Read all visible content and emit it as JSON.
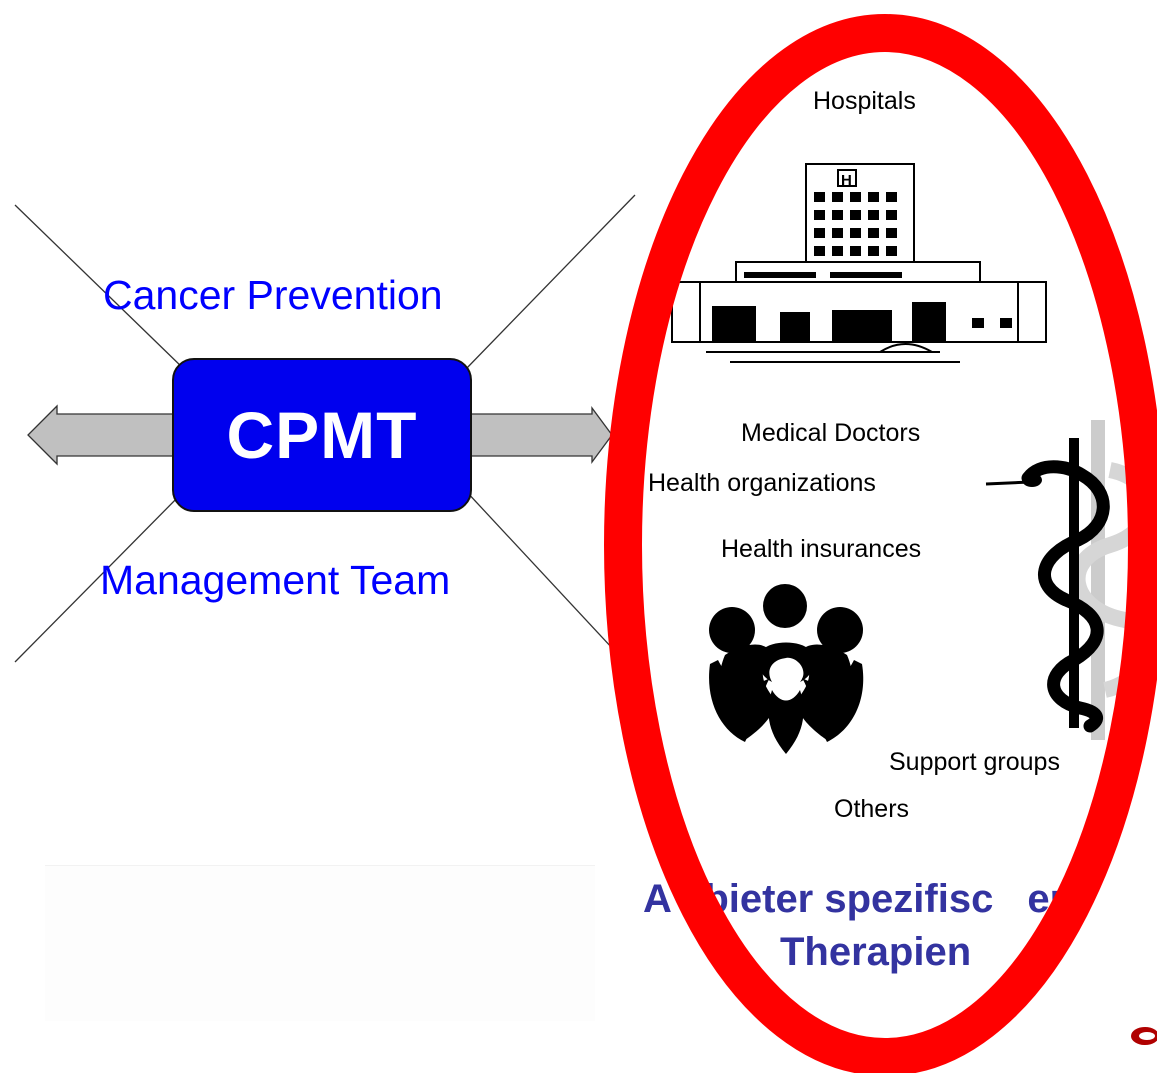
{
  "diagram": {
    "center_box": "CPMT",
    "title_top": "Cancer Prevention",
    "title_bottom": "Management Team",
    "providers": {
      "hospitals": "Hospitals",
      "medical_doctors": "Medical Doctors",
      "health_organizations": "Health organizations",
      "health_insurances": "Health insurances",
      "support_groups": "Support groups",
      "others": "Others"
    },
    "offer_line1_a": "A",
    "offer_line1_b": "nbieter spezifisc",
    "offer_line1_c": "er",
    "offer_line2": "Therapien"
  },
  "colors": {
    "cpmt_box": "#0000ee",
    "title_text": "#0000ff",
    "ellipse_outline": "#ff0000",
    "offer_text": "#3333a0",
    "arrow_fill": "#c0c0c0"
  }
}
